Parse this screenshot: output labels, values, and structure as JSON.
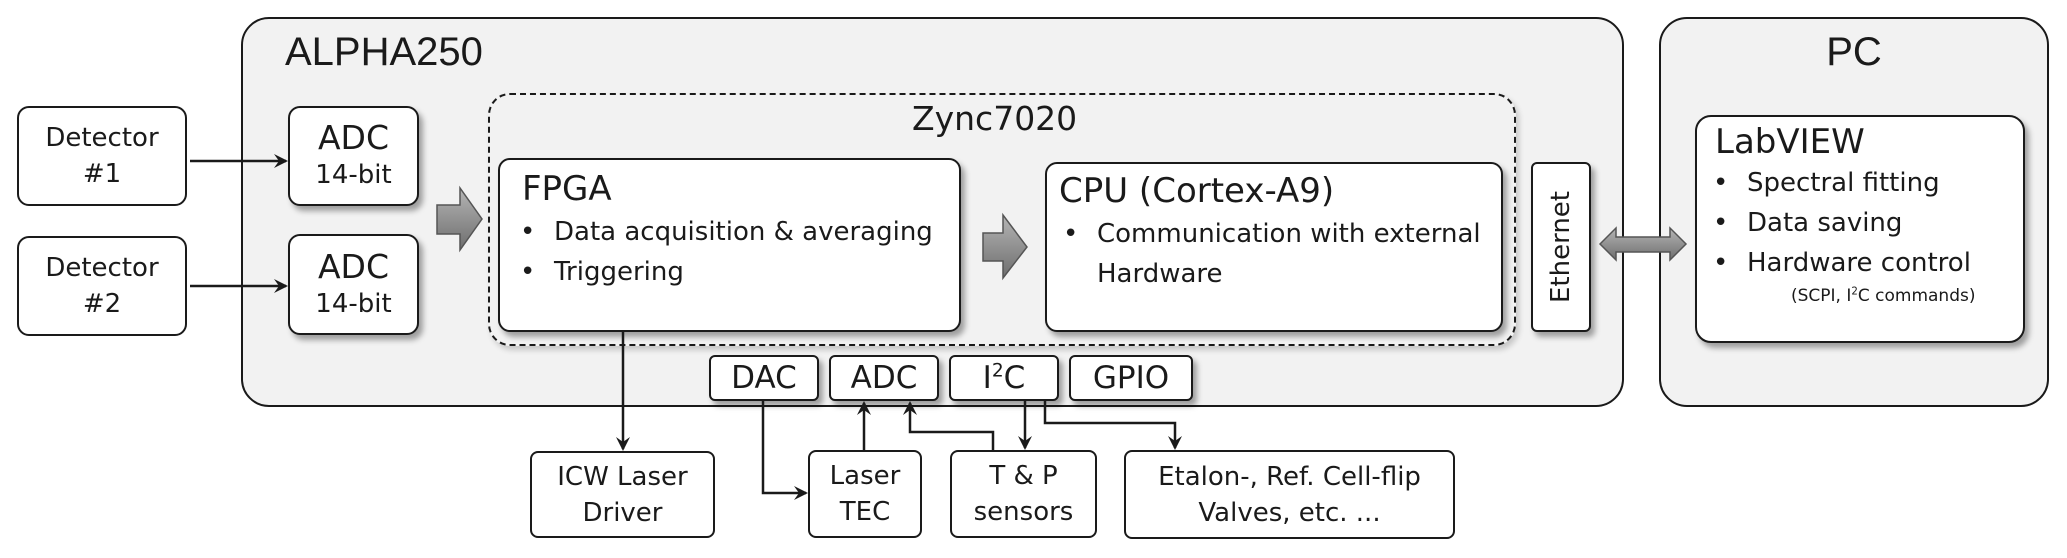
{
  "groups": {
    "alpha250": {
      "title": "ALPHA250"
    },
    "pc": {
      "title": "PC"
    },
    "zynq": {
      "title": "Zync7020"
    }
  },
  "detectors": [
    {
      "line1": "Detector",
      "line2": "#1"
    },
    {
      "line1": "Detector",
      "line2": "#2"
    }
  ],
  "input_adcs": [
    {
      "title": "ADC",
      "subtitle": "14-bit"
    },
    {
      "title": "ADC",
      "subtitle": "14-bit"
    }
  ],
  "fpga": {
    "title": "FPGA",
    "bullets": [
      "Data acquisition & averaging",
      "Triggering"
    ]
  },
  "cpu": {
    "title": "CPU (Cortex-A9)",
    "bullet": "Communication with external",
    "bullet_continuation": "Hardware"
  },
  "ethernet": {
    "label": "Ethernet"
  },
  "labview": {
    "title": "LabVIEW",
    "bullets": [
      "Spectral fitting",
      "Data saving",
      "Hardware control"
    ],
    "note_prefix": "(SCPI, I",
    "note_sup": "2",
    "note_suffix": "C commands)"
  },
  "io_ports": {
    "dac": "DAC",
    "adc": "ADC",
    "i2c_prefix": "I",
    "i2c_sup": "2",
    "i2c_suffix": "C",
    "gpio": "GPIO"
  },
  "peripherals": {
    "icw_laser_driver": {
      "line1": "ICW Laser",
      "line2": "Driver"
    },
    "laser_tec": {
      "line1": "Laser",
      "line2": "TEC"
    },
    "tp_sensors": {
      "line1": "T & P",
      "line2": "sensors"
    },
    "etalon": {
      "line1": "Etalon-, Ref. Cell-flip",
      "line2": "Valves, etc. ..."
    }
  },
  "colors": {
    "group_fill": "#f2f2f2",
    "box_fill": "#ffffff",
    "stroke": "#1a1a1a",
    "block_arrow": "#8c8c8c"
  }
}
